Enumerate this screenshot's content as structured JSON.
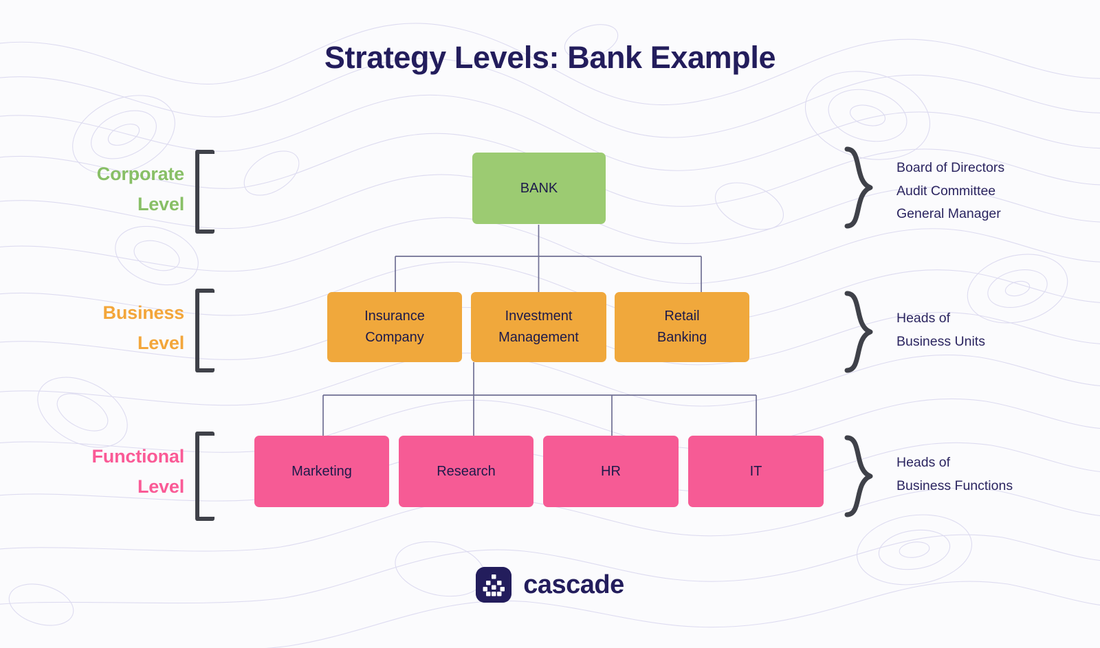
{
  "page": {
    "title": "Strategy Levels: Bank Example",
    "background_color": "#fbfbfd",
    "title_color": "#231d5c"
  },
  "levels": [
    {
      "id": "corporate",
      "label_line1": "Corporate",
      "label_line2": "Level",
      "color": "#88bf66",
      "roles": [
        "Board of Directors",
        "Audit Committee",
        "General Manager"
      ]
    },
    {
      "id": "business",
      "label_line1": "Business",
      "label_line2": "Level",
      "color": "#f3a63a",
      "roles": [
        "Heads of",
        "Business Units"
      ]
    },
    {
      "id": "functional",
      "label_line1": "Functional",
      "label_line2": "Level",
      "color": "#fa5a96",
      "roles": [
        "Heads of",
        "Business Functions"
      ]
    }
  ],
  "chart_data": {
    "type": "diagram",
    "title": "Strategy Levels: Bank Example",
    "nodes": [
      {
        "id": "bank",
        "label": "BANK",
        "level": "corporate",
        "color": "#9ccb72"
      },
      {
        "id": "insurance",
        "label_line1": "Insurance",
        "label_line2": "Company",
        "level": "business",
        "color": "#f0a83c"
      },
      {
        "id": "investment",
        "label_line1": "Investment",
        "label_line2": "Management",
        "level": "business",
        "color": "#f0a83c"
      },
      {
        "id": "retail",
        "label_line1": "Retail",
        "label_line2": "Banking",
        "level": "business",
        "color": "#f0a83c"
      },
      {
        "id": "marketing",
        "label": "Marketing",
        "level": "functional",
        "color": "#f65b95"
      },
      {
        "id": "research",
        "label": "Research",
        "level": "functional",
        "color": "#f65b95"
      },
      {
        "id": "hr",
        "label": "HR",
        "level": "functional",
        "color": "#f65b95"
      },
      {
        "id": "it",
        "label": "IT",
        "level": "functional",
        "color": "#f65b95"
      }
    ],
    "edges": [
      {
        "from": "bank",
        "to": "insurance"
      },
      {
        "from": "bank",
        "to": "investment"
      },
      {
        "from": "bank",
        "to": "retail"
      },
      {
        "from": "investment",
        "to": "marketing"
      },
      {
        "from": "investment",
        "to": "research"
      },
      {
        "from": "investment",
        "to": "hr"
      },
      {
        "from": "investment",
        "to": "it"
      }
    ],
    "connector_color": "#6f6f93"
  },
  "nodes": {
    "bank": {
      "label": "BANK"
    },
    "insurance": {
      "line1": "Insurance",
      "line2": "Company"
    },
    "investment": {
      "line1": "Investment",
      "line2": "Management"
    },
    "retail": {
      "line1": "Retail",
      "line2": "Banking"
    },
    "marketing": {
      "label": "Marketing"
    },
    "research": {
      "label": "Research"
    },
    "hr": {
      "label": "HR"
    },
    "it": {
      "label": "IT"
    }
  },
  "annotations": {
    "corporate": {
      "line1": "Board of Directors",
      "line2": "Audit Committee",
      "line3": "General Manager"
    },
    "business": {
      "line1": "Heads of",
      "line2": "Business Units"
    },
    "functional": {
      "line1": "Heads of",
      "line2": "Business Functions"
    }
  },
  "footer": {
    "brand": "cascade",
    "logo_icon": "cascade-pyramid-icon",
    "brand_color": "#231d5c"
  }
}
